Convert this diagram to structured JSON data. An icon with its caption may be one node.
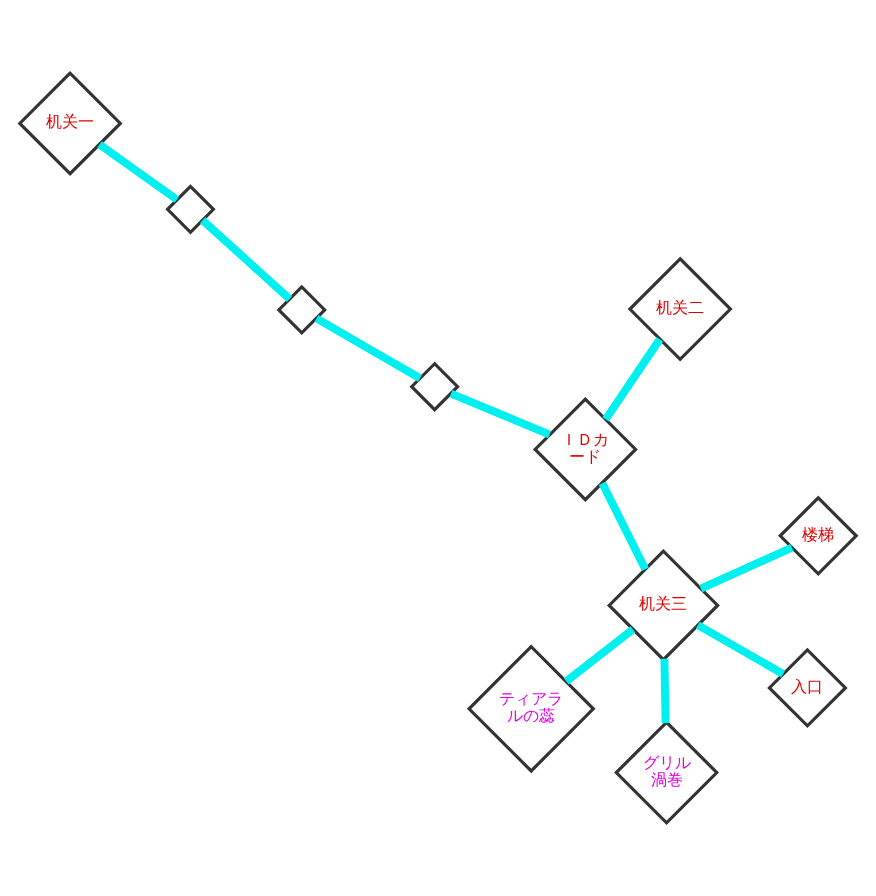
{
  "diagram": {
    "nodes": [
      {
        "text": [
          "机关一"
        ]
      },
      {
        "text": [],
        "shape": "diamond"
      },
      {
        "text": [
          "ティアラルの蕊"
        ]
      },
      {
        "text": [
          "机关二"
        ]
      },
      {
        "text": [
          "ＩＤカード"
        ]
      },
      {
        "text": [],
        "shape": "diamond"
      },
      {
        "text": [],
        "shape": "diamond"
      },
      {
        "text": [
          "楼梯"
        ]
      },
      {
        "text": [
          "机关三"
        ]
      },
      {
        "text": [
          "グリル渦巻"
        ]
      },
      {
        "text": [
          "入口"
        ]
      }
    ],
    "edges": [
      {
        "from": 0,
        "to": 1,
        "arrow": "none"
      },
      {
        "from": 1,
        "to": 5,
        "arrow": "none"
      },
      {
        "from": 5,
        "to": 6,
        "arrow": "none"
      },
      {
        "from": 6,
        "to": 4,
        "arrow": "none"
      },
      {
        "from": 3,
        "to": 4,
        "arrow": "none"
      },
      {
        "from": 4,
        "to": 8,
        "arrow": "none"
      },
      {
        "from": 2,
        "to": 8,
        "arrow": "none"
      },
      {
        "from": 7,
        "to": 8,
        "arrow": "none"
      },
      {
        "from": 8,
        "to": 9,
        "arrow": "none"
      },
      {
        "from": 8,
        "to": 10,
        "arrow": "none"
      }
    ]
  }
}
